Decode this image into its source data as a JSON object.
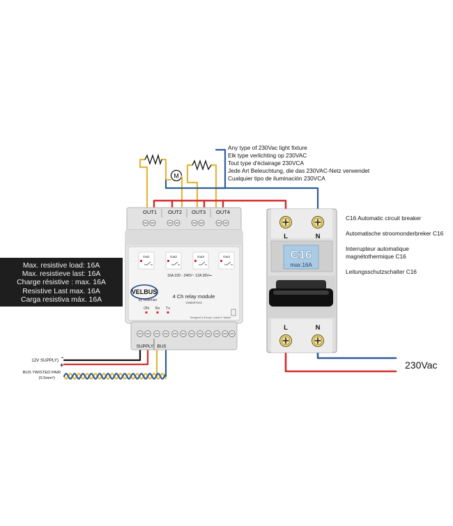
{
  "fixture_text": [
    "Any type of 230Vac light fixture",
    "Elk type verlichting op 230VAC",
    "Tout type d'éclairage 230VCA",
    "Jede Art Beleuchtung, die das 230VAC-Netz verwendet",
    "Cualquier tipo de iluminación 230VCA"
  ],
  "motor_symbol": "M",
  "load_spec": [
    "Max. resistive load: 16A",
    "Max. resistieve last: 16A",
    "Charge résistive : max. 16A",
    "Resistive Last max. 16A",
    "Carga resistiva máx. 16A"
  ],
  "module": {
    "output_labels": [
      "OUT1",
      "OUT2",
      "OUT3",
      "OUT4"
    ],
    "channel_labels": [
      "Out1",
      "Out2",
      "Out3",
      "Out4"
    ],
    "rating_text": "16A  220 - 240V~     12A  30V⎓",
    "brand": "VELBUS",
    "sub_brand": "by velleman",
    "title": "4 Ch relay module",
    "model": "VMB4RYNO",
    "leds": [
      "ON",
      "Rx",
      "Tx"
    ],
    "footer": "Designed in Europe, made in Taiwan",
    "supply_label": "SUPPLY",
    "bus_label": "BUS"
  },
  "breaker": {
    "terminal_top": [
      "L",
      "N"
    ],
    "terminal_bottom": [
      "L",
      "N"
    ],
    "rating": "C16",
    "max_text": "max.16A",
    "descriptions": [
      "C16 Automatic circuit breaker",
      "Automatische stroomonderbreker C16",
      "Interrupteur automatique",
      "magnétothermique C16",
      "Leitungsschutzschalter C16"
    ]
  },
  "supply": {
    "label": "12V SUPPLY)",
    "minus": "-",
    "plus": "+"
  },
  "bus": {
    "label": "BUS TWISTED PAIR",
    "sub": "(0.5mm²)"
  },
  "mains_label": "230Vac",
  "colors": {
    "live_wire": "#d42a2a",
    "neutral_wire": "#2e5d9a",
    "bus_wire": "#e3b63a",
    "black_wire": "#111111",
    "module_body": "#e8e8e8",
    "breaker_body": "#dedede",
    "breaker_window": "#a9cbe6"
  }
}
